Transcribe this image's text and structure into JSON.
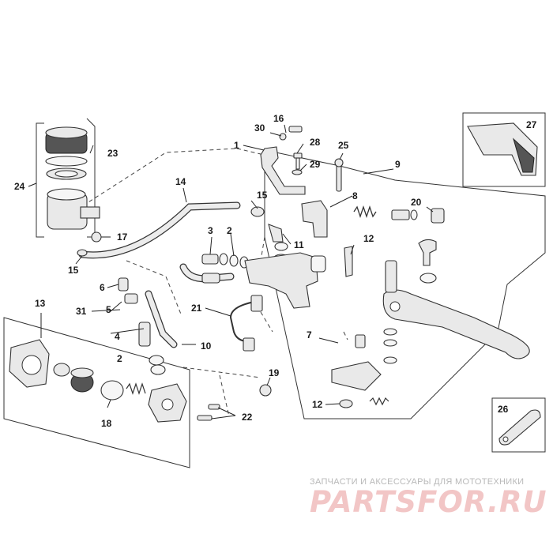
{
  "callouts": {
    "c1": "1",
    "c2a": "2",
    "c2b": "2",
    "c3": "3",
    "c4": "4",
    "c5": "5",
    "c6": "6",
    "c7": "7",
    "c8": "8",
    "c9": "9",
    "c10": "10",
    "c11": "11",
    "c12a": "12",
    "c12b": "12",
    "c13": "13",
    "c14": "14",
    "c15a": "15",
    "c15b": "15",
    "c16": "16",
    "c17": "17",
    "c18": "18",
    "c19": "19",
    "c20": "20",
    "c21": "21",
    "c22": "22",
    "c23": "23",
    "c24": "24",
    "c25": "25",
    "c26": "26",
    "c27": "27",
    "c28": "28",
    "c29": "29",
    "c30": "30",
    "c31": "31"
  },
  "watermark": {
    "caption": "ЗАПЧАСТИ И АКСЕССУАРЫ ДЛЯ МОТОТЕХНИКИ",
    "logo": "PARTSFOR.RU"
  }
}
